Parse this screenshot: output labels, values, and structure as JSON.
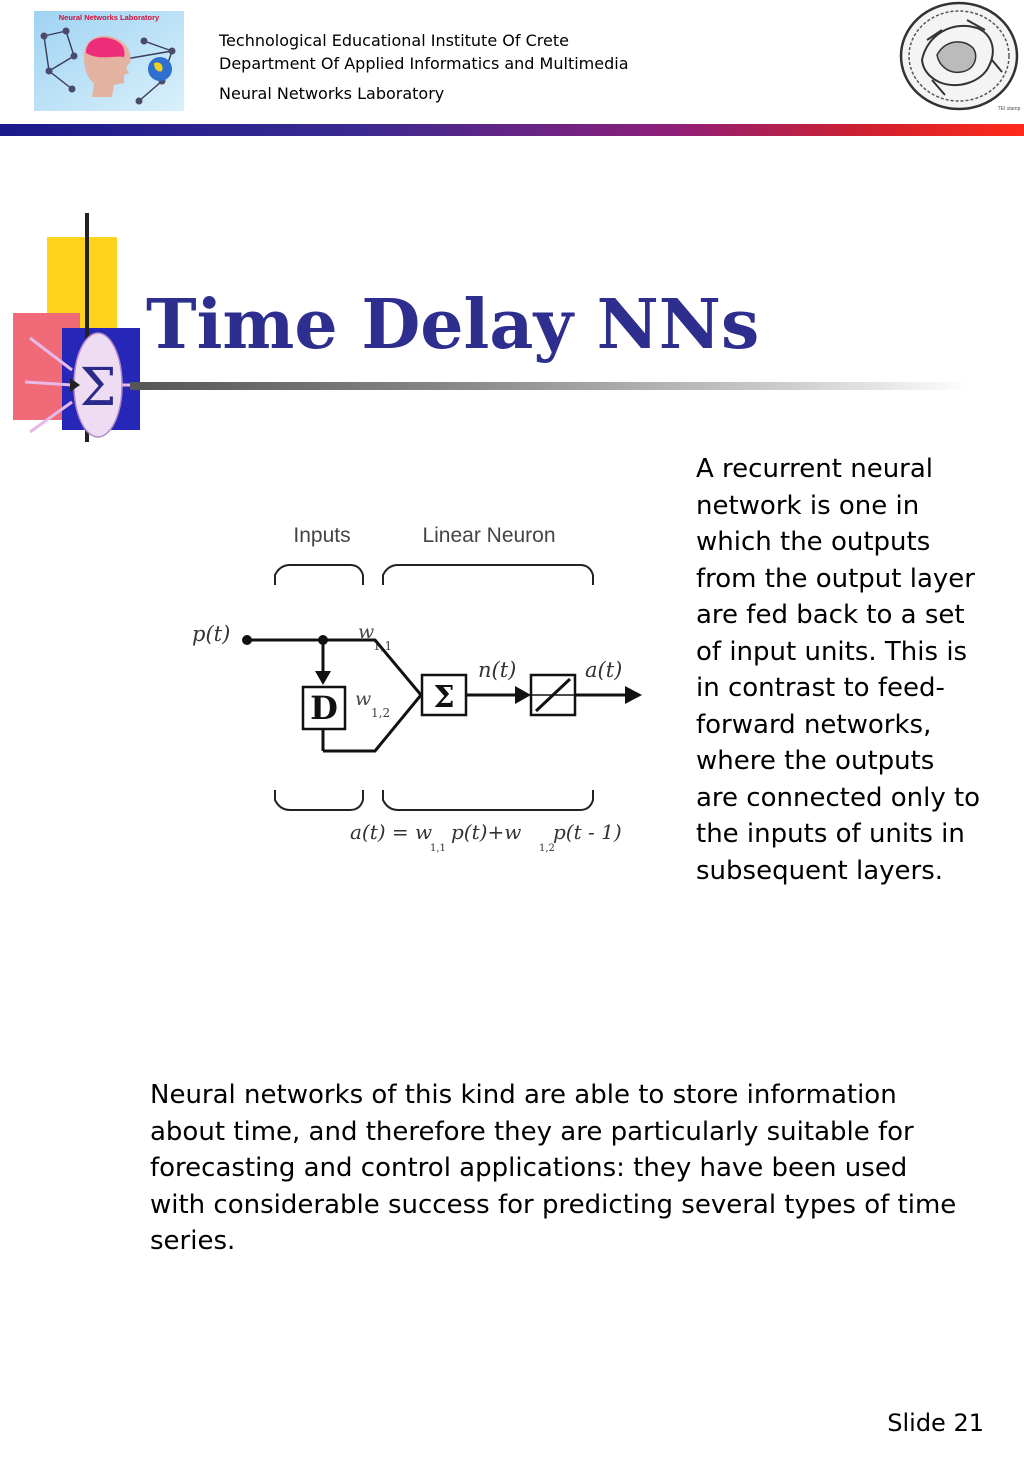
{
  "header": {
    "logo_text": "Neural Networks Laboratory",
    "line1": "Technological Educational Institute Of Crete",
    "line2": "Department Of Applied Informatics and Multimedia",
    "line3": "Neural Networks Laboratory",
    "seal_caption": "TEI stamp"
  },
  "title": {
    "text": "Time Delay NNs",
    "icon_symbol": "Σ",
    "color": "#2e2e8f"
  },
  "diagram": {
    "inputs_label": "Inputs",
    "neuron_label": "Linear Neuron",
    "input_signal": "p(t)",
    "weight_1": "w",
    "weight_1_sub": "1,1",
    "weight_2": "w",
    "weight_2_sub": "1,2",
    "delay_block": "D",
    "sum_block": "Σ",
    "net_input": "n(t)",
    "output": "a(t)",
    "equation": {
      "lhs": "a(t) = w",
      "sub1": "1,1",
      "mid": "p(t)+w",
      "sub2": "1,2",
      "rhs": "p(t - 1)"
    }
  },
  "side_text": "A recurrent neural\nnetwork is one in\nwhich the outputs\nfrom the output layer\nare fed back to a set\nof input units. This is\nin contrast to feed-\nforward networks,\nwhere the outputs\nare connected only to\nthe inputs of units in\nsubsequent layers.",
  "bottom_text": "Neural networks of this kind are able to store information\nabout time, and therefore they are particularly suitable for\nforecasting and control applications: they have been used\nwith considerable success for predicting several types of time\nseries.",
  "footer": {
    "slide_number": "Slide 21"
  }
}
